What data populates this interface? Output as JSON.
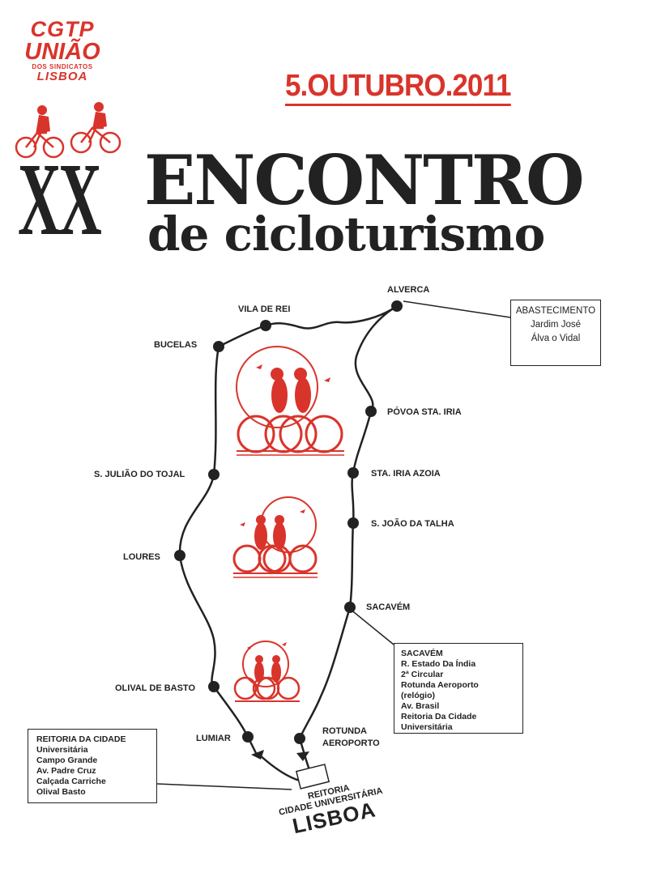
{
  "logo": {
    "line1": "CGTP",
    "line2": "UNIÃO",
    "line3": "DOS SINDICATOS",
    "line4": "LISBOA"
  },
  "date": "5.OUTUBRO.2011",
  "edition": "XX",
  "title_line1": "ENCONTRO",
  "title_line2": "de cicloturismo",
  "colors": {
    "accent": "#d9342b",
    "ink": "#222222"
  },
  "route": {
    "stops": [
      {
        "name": "ALVERCA"
      },
      {
        "name": "VILA DE REI"
      },
      {
        "name": "BUCELAS"
      },
      {
        "name": "PÓVOA STA. IRIA"
      },
      {
        "name": "S. JULIÃO DO TOJAL"
      },
      {
        "name": "STA. IRIA AZOIA"
      },
      {
        "name": "S. JOÃO DA TALHA"
      },
      {
        "name": "LOURES"
      },
      {
        "name": "SACAVÉM"
      },
      {
        "name": "OLIVAL DE BASTO"
      },
      {
        "name": "LUMIAR"
      },
      {
        "name": "ROTUNDA",
        "name2": "AEROPORTO"
      }
    ],
    "destination": {
      "line1": "REITORIA",
      "line2": "CIDADE UNIVERSITÁRIA",
      "line3": "LISBOA"
    }
  },
  "supply_box": {
    "title": "ABASTECIMENTO",
    "line2": "Jardim José",
    "line3": "Álva o Vidal"
  },
  "sacavem_box": {
    "lines": [
      "SACAVÉM",
      "R. Estado Da Índia",
      "2ª Circular",
      "Rotunda Aeroporto",
      "(relógio)",
      "Av. Brasil",
      "Reitoria Da Cidade",
      "Universitária"
    ]
  },
  "reitoria_box": {
    "lines": [
      "REITORIA DA CIDADE",
      "Universitária",
      "Campo Grande",
      "Av. Padre Cruz",
      "Calçada Carriche",
      "Olival Basto"
    ]
  }
}
